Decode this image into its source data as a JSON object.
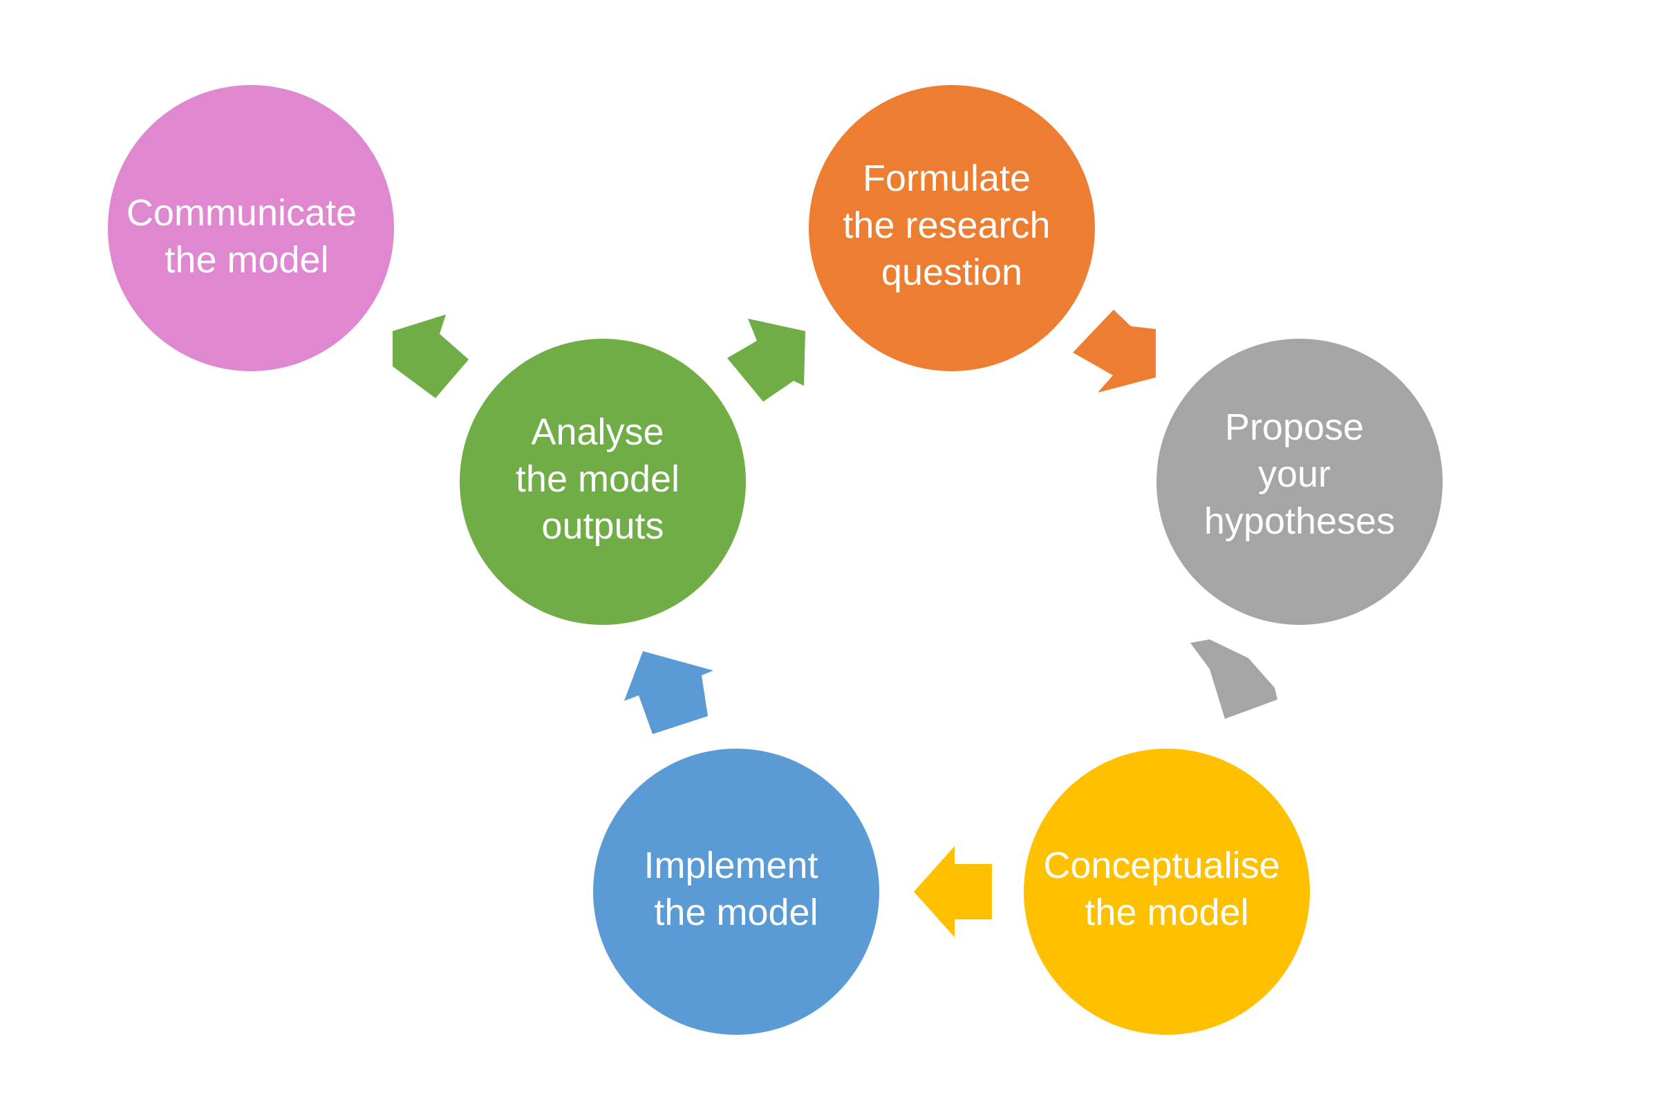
{
  "nodes": [
    {
      "id": "formulate",
      "lines": [
        "Formulate",
        "the research",
        "question"
      ],
      "color": "#ED7D31"
    },
    {
      "id": "propose",
      "lines": [
        "Propose",
        "your",
        "hypotheses"
      ],
      "color": "#A5A5A5"
    },
    {
      "id": "conceptualise",
      "lines": [
        "Conceptualise",
        "the model"
      ],
      "color": "#FFC000"
    },
    {
      "id": "implement",
      "lines": [
        "Implement",
        "the model"
      ],
      "color": "#5B9BD5"
    },
    {
      "id": "analyse",
      "lines": [
        "Analyse",
        "the model",
        "outputs"
      ],
      "color": "#70AD47"
    },
    {
      "id": "communicate",
      "lines": [
        "Communicate",
        "the model"
      ],
      "color": "#E088CF"
    }
  ],
  "arrows": [
    {
      "from": "formulate",
      "to": "propose",
      "color": "#ED7D31"
    },
    {
      "from": "propose",
      "to": "conceptualise",
      "color": "#A5A5A5"
    },
    {
      "from": "conceptualise",
      "to": "implement",
      "color": "#FFC000"
    },
    {
      "from": "implement",
      "to": "analyse",
      "color": "#5B9BD5"
    },
    {
      "from": "analyse",
      "to": "formulate",
      "color": "#70AD47"
    },
    {
      "from": "analyse",
      "to": "communicate",
      "color": "#70AD47"
    }
  ]
}
